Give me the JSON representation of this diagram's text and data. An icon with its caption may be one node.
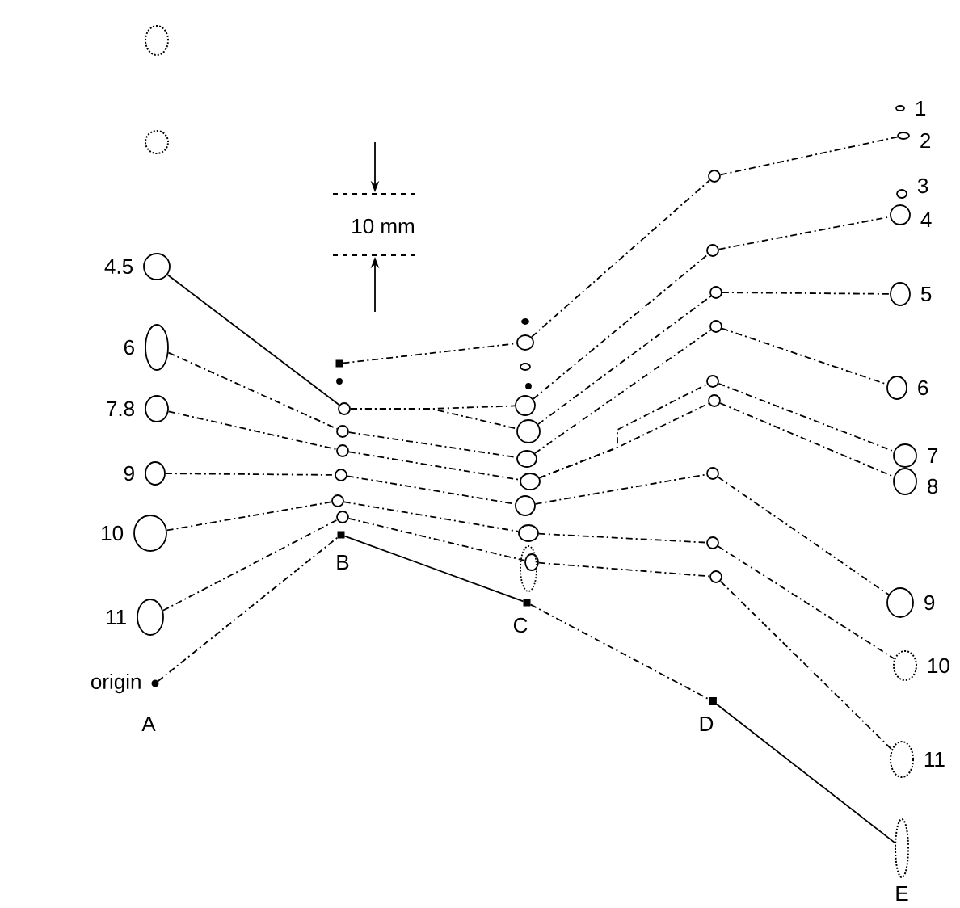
{
  "diagram": {
    "nodes": [
      {
        "text": [],
        "shape": "circle"
      },
      {
        "text": [],
        "shape": "circle"
      },
      {
        "text": [],
        "shape": "circle",
        "beside": [
          "4.5"
        ]
      },
      {
        "text": [],
        "shape": "circle",
        "beside": [
          "6"
        ]
      },
      {
        "text": [],
        "shape": "circle",
        "beside": [
          "7.8"
        ]
      },
      {
        "text": [],
        "shape": "circle",
        "beside": [
          "9"
        ]
      },
      {
        "text": [],
        "shape": "circle",
        "beside": [
          "10"
        ]
      },
      {
        "text": [],
        "shape": "circle",
        "beside": [
          "11"
        ]
      },
      {
        "text": [],
        "shape": "circle",
        "beside": [
          "origin"
        ]
      },
      {
        "text": [],
        "shape": "box"
      },
      {
        "text": [],
        "shape": "circle"
      },
      {
        "text": [],
        "shape": "circle"
      },
      {
        "text": [],
        "shape": "circle"
      },
      {
        "text": [],
        "shape": "circle"
      },
      {
        "text": [],
        "shape": "circle"
      },
      {
        "text": [],
        "shape": "circle"
      },
      {
        "text": [],
        "shape": "circle"
      },
      {
        "text": [],
        "shape": "box"
      },
      {
        "text": [],
        "shape": "circle"
      },
      {
        "text": [],
        "shape": "circle"
      },
      {
        "text": [],
        "shape": "circle"
      },
      {
        "text": [],
        "shape": "circle"
      },
      {
        "text": [],
        "shape": "circle"
      },
      {
        "text": [],
        "shape": "circle"
      },
      {
        "text": [],
        "shape": "circle"
      },
      {
        "text": [],
        "shape": "circle"
      },
      {
        "text": [],
        "shape": "circle"
      },
      {
        "text": [],
        "shape": "circle"
      },
      {
        "text": [],
        "shape": "circle"
      },
      {
        "text": [],
        "shape": "box"
      },
      {
        "text": [],
        "shape": "circle"
      },
      {
        "text": [],
        "shape": "circle"
      },
      {
        "text": [],
        "shape": "circle"
      },
      {
        "text": [],
        "shape": "circle"
      },
      {
        "text": [],
        "shape": "circle"
      },
      {
        "text": [],
        "shape": "circle"
      },
      {
        "text": [],
        "shape": "circle"
      },
      {
        "text": [],
        "shape": "circle"
      },
      {
        "text": [],
        "shape": "circle"
      },
      {
        "text": [],
        "shape": "box"
      },
      {
        "text": [],
        "shape": "circle",
        "beside": [
          "1"
        ]
      },
      {
        "text": [],
        "shape": "circle",
        "beside": [
          "2"
        ]
      },
      {
        "text": [],
        "shape": "circle",
        "beside": [
          "3"
        ]
      },
      {
        "text": [],
        "shape": "circle",
        "beside": [
          "4"
        ]
      },
      {
        "text": [],
        "shape": "circle",
        "beside": [
          "5"
        ]
      },
      {
        "text": [],
        "shape": "circle",
        "beside": [
          "6"
        ]
      },
      {
        "text": [],
        "shape": "circle",
        "beside": [
          "7"
        ]
      },
      {
        "text": [],
        "shape": "circle",
        "beside": [
          "8"
        ]
      },
      {
        "text": [],
        "shape": "circle",
        "beside": [
          "9"
        ]
      },
      {
        "text": [],
        "shape": "circle",
        "beside": [
          "10"
        ]
      },
      {
        "text": [],
        "shape": "circle",
        "beside": [
          "11"
        ]
      },
      {
        "text": [],
        "shape": "circle"
      }
    ],
    "edges": [
      {
        "from": 2,
        "to": 11,
        "arrow": "none"
      },
      {
        "from": 3,
        "to": 12,
        "arrow": "none",
        "style": "dashed"
      },
      {
        "from": 4,
        "to": 13,
        "arrow": "none",
        "style": "dashed"
      },
      {
        "from": 5,
        "to": 14,
        "arrow": "none",
        "style": "dashed"
      },
      {
        "from": 6,
        "to": 15,
        "arrow": "none",
        "style": "dashed"
      },
      {
        "from": 7,
        "to": 16,
        "arrow": "none",
        "style": "dashed"
      },
      {
        "from": 8,
        "to": 17,
        "arrow": "none",
        "style": "dashed"
      },
      {
        "from": 9,
        "to": 19,
        "arrow": "none",
        "style": "dashed"
      },
      {
        "from": 11,
        "to": 22,
        "arrow": "none",
        "style": "dashed"
      },
      {
        "from": 11,
        "to": 23,
        "arrow": "none",
        "style": "dashed"
      },
      {
        "from": 12,
        "to": 24,
        "arrow": "none",
        "style": "dashed"
      },
      {
        "from": 13,
        "to": 25,
        "arrow": "none",
        "style": "dashed"
      },
      {
        "from": 14,
        "to": 26,
        "arrow": "none",
        "style": "dashed"
      },
      {
        "from": 15,
        "to": 27,
        "arrow": "none",
        "style": "dashed"
      },
      {
        "from": 16,
        "to": 28,
        "arrow": "none",
        "style": "dashed"
      },
      {
        "from": 17,
        "to": 29,
        "arrow": "none"
      },
      {
        "from": 19,
        "to": 30,
        "arrow": "none",
        "style": "dashed"
      },
      {
        "from": 22,
        "to": 31,
        "arrow": "none",
        "style": "dashed"
      },
      {
        "from": 23,
        "to": 32,
        "arrow": "none",
        "style": "dashed"
      },
      {
        "from": 24,
        "to": 33,
        "arrow": "none",
        "style": "dashed"
      },
      {
        "from": 25,
        "to": 34,
        "arrow": "none",
        "style": "dashed"
      },
      {
        "from": 25,
        "to": 35,
        "arrow": "none",
        "style": "dashed"
      },
      {
        "from": 26,
        "to": 36,
        "arrow": "none",
        "style": "dashed"
      },
      {
        "from": 27,
        "to": 37,
        "arrow": "none",
        "style": "dashed"
      },
      {
        "from": 28,
        "to": 38,
        "arrow": "none",
        "style": "dashed"
      },
      {
        "from": 29,
        "to": 39,
        "arrow": "none",
        "style": "dashed"
      },
      {
        "from": 30,
        "to": 41,
        "arrow": "none",
        "style": "dashed"
      },
      {
        "from": 31,
        "to": 43,
        "arrow": "none",
        "style": "dashed"
      },
      {
        "from": 32,
        "to": 44,
        "arrow": "none",
        "style": "dashed"
      },
      {
        "from": 33,
        "to": 45,
        "arrow": "none",
        "style": "dashed"
      },
      {
        "from": 34,
        "to": 46,
        "arrow": "none",
        "style": "dashed"
      },
      {
        "from": 35,
        "to": 47,
        "arrow": "none",
        "style": "dashed"
      },
      {
        "from": 36,
        "to": 48,
        "arrow": "none",
        "style": "dashed"
      },
      {
        "from": 37,
        "to": 49,
        "arrow": "none",
        "style": "dashed"
      },
      {
        "from": 38,
        "to": 50,
        "arrow": "none",
        "style": "dashed"
      },
      {
        "from": 39,
        "to": 51,
        "arrow": "none"
      }
    ],
    "labels": [
      "10 mm",
      "A",
      "B",
      "C",
      "D",
      "E"
    ]
  }
}
